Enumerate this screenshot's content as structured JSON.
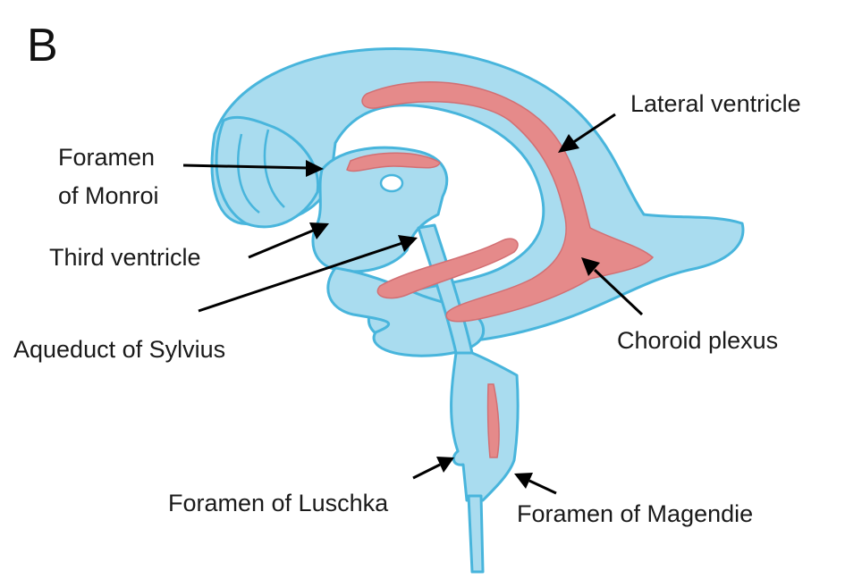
{
  "panel_label": "B",
  "labels": {
    "lateral_ventricle": "Lateral ventricle",
    "foramen_monroi_line1": "Foramen",
    "foramen_monroi_line2": "of Monroi",
    "third_ventricle": "Third ventricle",
    "aqueduct": "Aqueduct of Sylvius",
    "choroid_plexus": "Choroid plexus",
    "foramen_luschka": "Foramen of Luschka",
    "foramen_magendie": "Foramen of Magendie"
  },
  "colors": {
    "ventricle_fill": "#a9dcef",
    "ventricle_outline": "#48b5dc",
    "choroid_plexus": "#e58a8a",
    "text": "#1a1a1a",
    "arrows": "#000000"
  }
}
